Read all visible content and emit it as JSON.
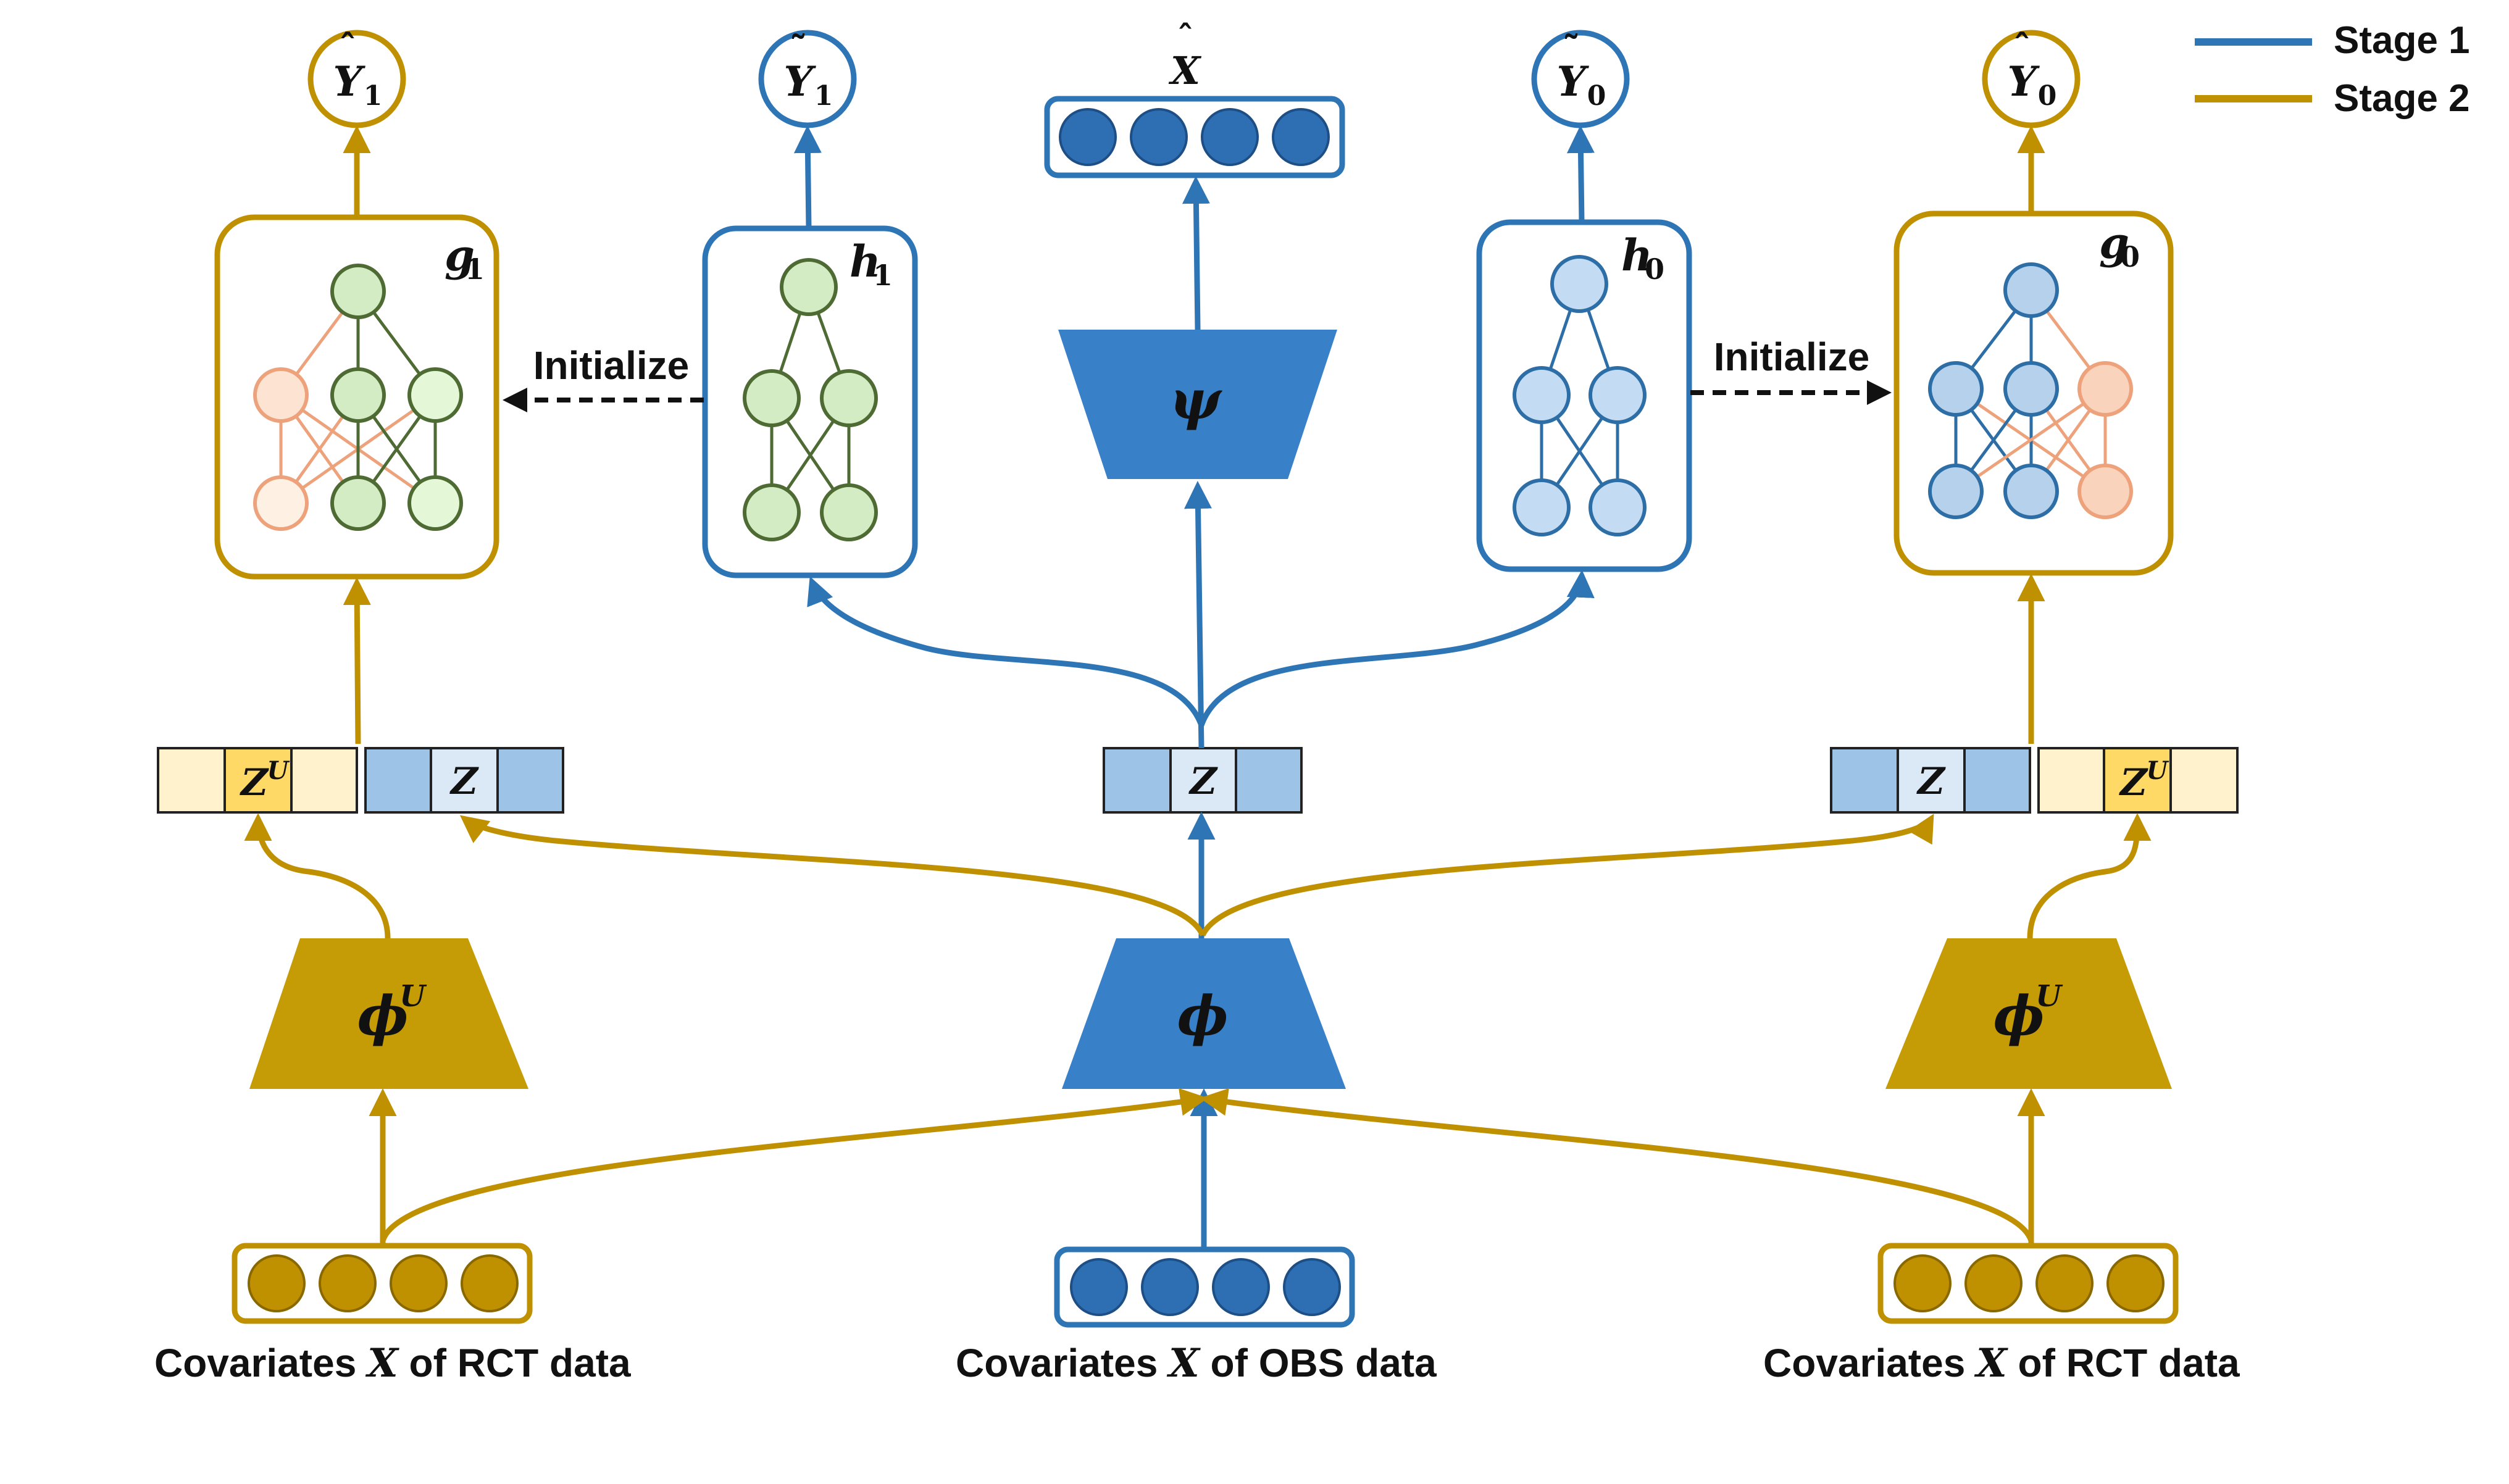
{
  "legend": [
    {
      "label": "Stage 1",
      "color": "#2e75b6"
    },
    {
      "label": "Stage 2",
      "color": "#bf9000"
    }
  ],
  "colors": {
    "stage1": "#2e75b6",
    "stage2": "#bf9000",
    "encoder_blue": "#3880c8",
    "encoder_gold": "#c69c06",
    "node_green": "#d4ecc3",
    "node_green_stroke": "#4e6b34",
    "node_blue": "#c3dcf3",
    "node_blue_stroke": "#2e6ea6",
    "node_orange": "#fde4d2",
    "node_orange_stroke": "#eda27b",
    "cell_blue": "#9dc3e6",
    "cell_yellow_light": "#fff2cc",
    "cell_yellow": "#ffd966",
    "cell_z": "#dbe8f6",
    "dot_blue": "#2e6fb3",
    "dot_gold": "#bf9000"
  },
  "outputs": {
    "g1_out": {
      "base": "Y",
      "accent": "ˆ",
      "sub": "1"
    },
    "h1_out": {
      "base": "Y",
      "accent": "˜",
      "sub": "1"
    },
    "x_recon": {
      "base": "X",
      "accent": "ˆ"
    },
    "h0_out": {
      "base": "Y",
      "accent": "˜",
      "sub": "0"
    },
    "g0_out": {
      "base": "Y",
      "accent": "ˆ",
      "sub": "0"
    }
  },
  "networks": {
    "g1": {
      "base": "g",
      "sub": "1"
    },
    "h1": {
      "base": "h",
      "sub": "1"
    },
    "h0": {
      "base": "h",
      "sub": "0"
    },
    "g0": {
      "base": "g",
      "sub": "0"
    }
  },
  "decoder": {
    "label": "ψ"
  },
  "encoders": {
    "phi": {
      "label": "ϕ"
    },
    "phiU_left": {
      "base": "ϕ",
      "sup": "U"
    },
    "phiU_right": {
      "base": "ϕ",
      "sup": "U"
    }
  },
  "representations": {
    "zu": {
      "base": "Z",
      "sup": "U"
    },
    "z": {
      "base": "Z"
    }
  },
  "arrows": {
    "init_left": "Initialize",
    "init_right": "Initialize"
  },
  "inputs": {
    "left": {
      "pre": "Covariates ",
      "var": "X",
      "post": " of RCT data"
    },
    "center": {
      "pre": "Covariates ",
      "var": "X",
      "post": " of OBS data"
    },
    "right": {
      "pre": "Covariates ",
      "var": "X",
      "post": " of RCT data"
    }
  }
}
